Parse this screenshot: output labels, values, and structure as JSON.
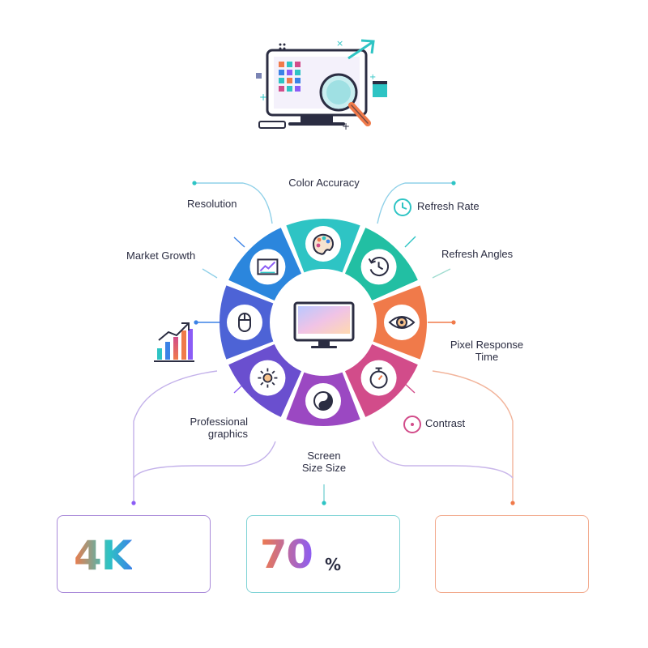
{
  "segments": [
    {
      "label": "Color Accuracy",
      "icon": "palette-icon",
      "color": "#2ec4c4"
    },
    {
      "label": "Refresh Rate",
      "icon": "history-clock-icon",
      "color": "#22bfa3"
    },
    {
      "label": "Pixel Response Time",
      "icon": "eye-icon",
      "color": "#f07a4a"
    },
    {
      "label": "Contrast",
      "icon": "stopwatch-icon",
      "color": "#d24c8a"
    },
    {
      "label": "Screen Size Size",
      "icon": "yin-yang-icon",
      "color": "#9b48c2"
    },
    {
      "label": "Professional graphics",
      "icon": "sun-icon",
      "color": "#6a4fcf"
    },
    {
      "label": "Market Growth",
      "icon": "mouse-icon",
      "color": "#4d63d6"
    },
    {
      "label": "Resolution",
      "icon": "growth-chart-icon",
      "color": "#2b86dd"
    }
  ],
  "labels": {
    "color_accuracy": "Color Accuracy",
    "resolution": "Resolution",
    "refresh_rate": "Refresh Rate",
    "refresh_angles": "Refresh Angles",
    "market_growth": "Market Growth",
    "pixel_response_line1": "Pixel Response",
    "pixel_response_line2": "Time",
    "contrast": "Contrast",
    "professional_line1": "Professional",
    "professional_line2": "graphics",
    "screen_size_line1": "Screen",
    "screen_size_line2": "Size Size"
  },
  "cards": [
    {
      "value": "4K",
      "icons": [
        "blueprint-icon",
        "map-pin-icon"
      ],
      "border": "#a98ad9"
    },
    {
      "value": "70",
      "suffix": "%",
      "icons": [
        "monitor-stack-icon"
      ],
      "border": "#7fd3d6"
    },
    {
      "value": "",
      "icons": [
        "gamepad-upgrade-icon",
        "dollar-icon",
        "shield-dollar-icon"
      ],
      "border": "#f2a98c"
    }
  ],
  "colors": {
    "teal": "#2ec4c4",
    "blue": "#3b82e6",
    "purple": "#8b5cf6",
    "orange": "#f07a4a",
    "pink": "#d24c8a",
    "dark": "#2b2d42"
  }
}
